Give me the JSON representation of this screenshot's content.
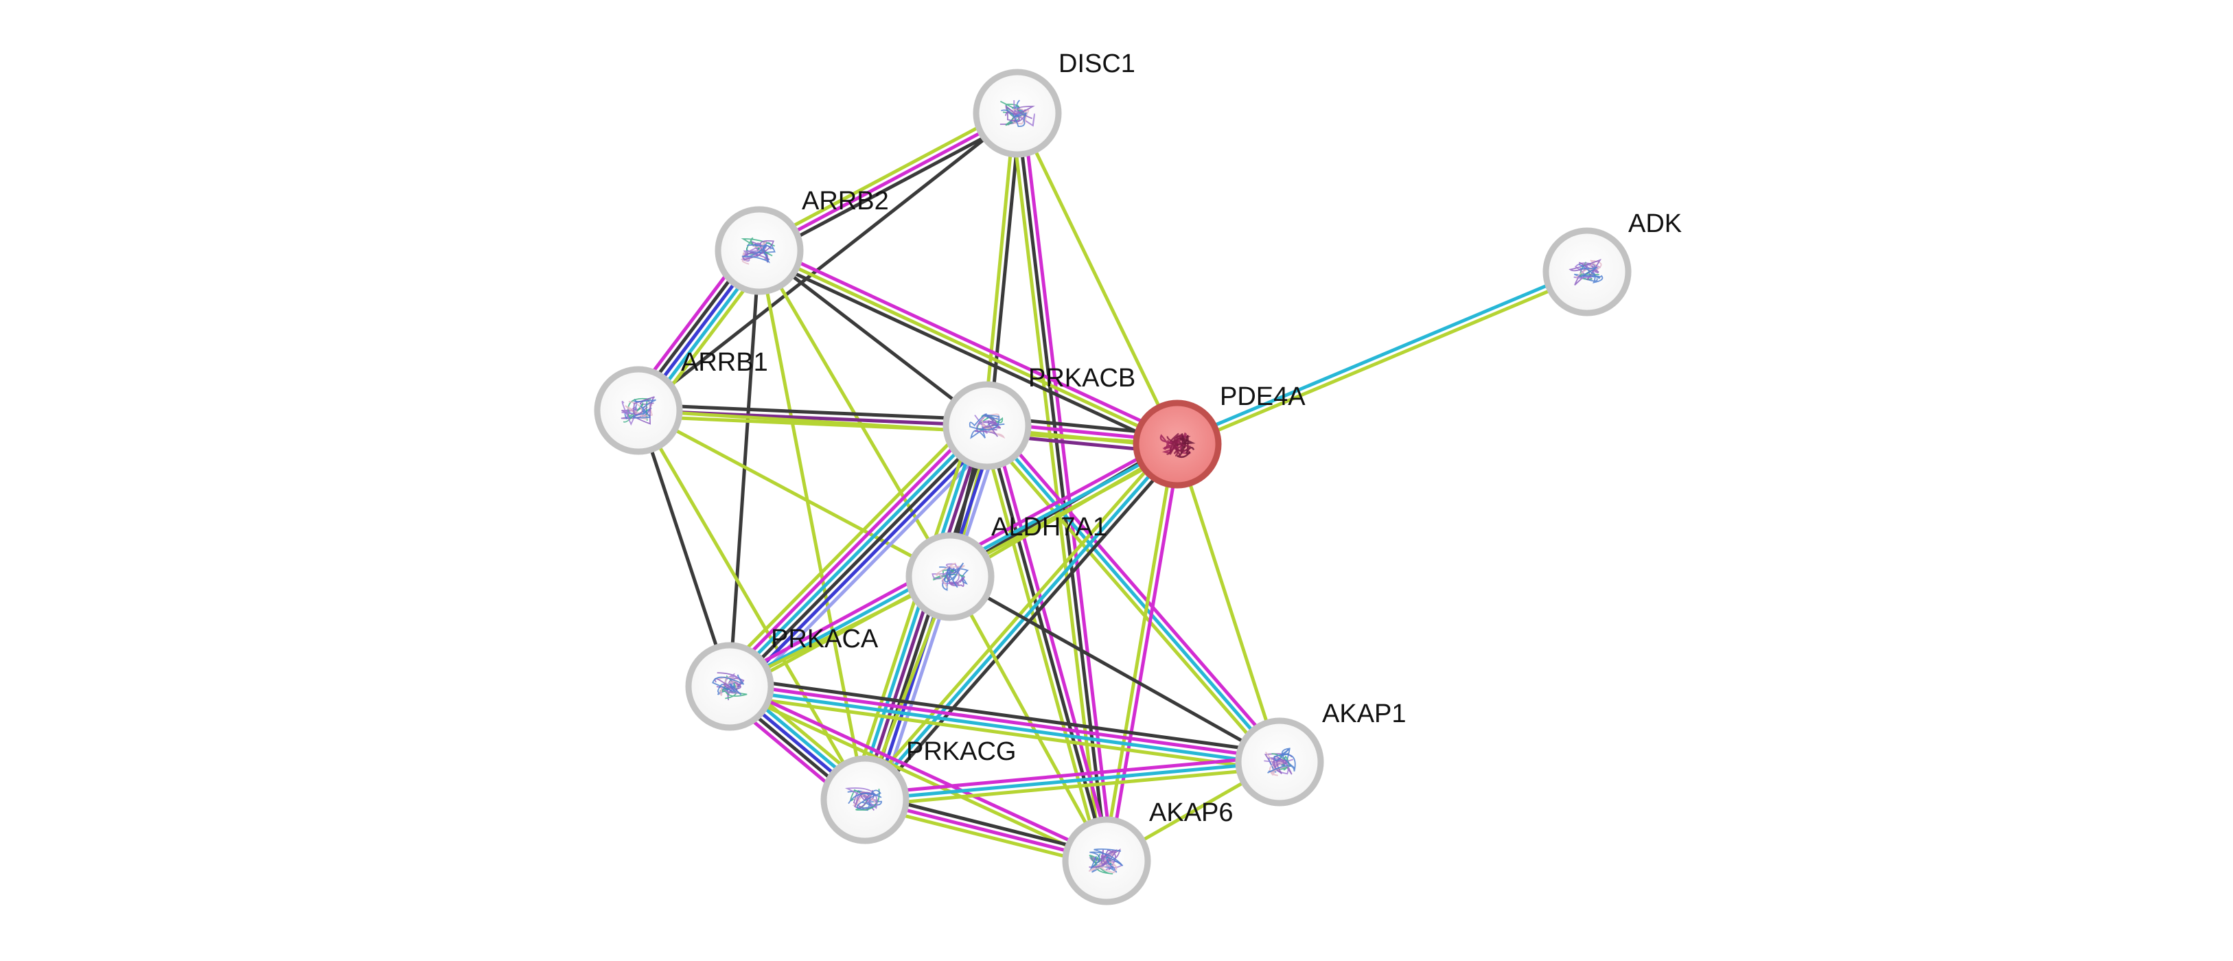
{
  "diagram": {
    "type": "protein-interaction-network",
    "query_protein": "PDE4A",
    "edge_colors": {
      "cyan": "#27b7d6",
      "magenta": "#d22cd2",
      "lime": "#b5d433",
      "dark": "#3a3a3a",
      "blue": "#3b3bd4",
      "purple": "#7b2a8a",
      "lavender": "#9aa0ee"
    },
    "node_ring_color": "#c2c2c2",
    "query_node_fill": "#f18a8a",
    "query_node_ring": "#c0504d",
    "nodes": [
      {
        "id": "DISC1",
        "label": "DISC1"
      },
      {
        "id": "ARRB2",
        "label": "ARRB2"
      },
      {
        "id": "ADK",
        "label": "ADK"
      },
      {
        "id": "ARRB1",
        "label": "ARRB1"
      },
      {
        "id": "PRKACB",
        "label": "PRKACB"
      },
      {
        "id": "PDE4A",
        "label": "PDE4A"
      },
      {
        "id": "ALDH7A1",
        "label": "ALDH7A1"
      },
      {
        "id": "PRKACA",
        "label": "PRKACA"
      },
      {
        "id": "AKAP1",
        "label": "AKAP1"
      },
      {
        "id": "PRKACG",
        "label": "PRKACG"
      },
      {
        "id": "AKAP6",
        "label": "AKAP6"
      }
    ],
    "edges": [
      {
        "source": "DISC1",
        "target": "ARRB2",
        "colors": [
          "dark",
          "magenta",
          "lime"
        ]
      },
      {
        "source": "DISC1",
        "target": "ARRB1",
        "colors": [
          "dark"
        ]
      },
      {
        "source": "DISC1",
        "target": "PRKACB",
        "colors": [
          "dark",
          "lime"
        ]
      },
      {
        "source": "DISC1",
        "target": "PDE4A",
        "colors": [
          "lime"
        ]
      },
      {
        "source": "DISC1",
        "target": "AKAP6",
        "colors": [
          "magenta",
          "dark",
          "lime"
        ]
      },
      {
        "source": "ARRB2",
        "target": "ARRB1",
        "colors": [
          "lime",
          "cyan",
          "blue",
          "dark",
          "magenta"
        ]
      },
      {
        "source": "ARRB2",
        "target": "PRKACB",
        "colors": [
          "dark"
        ]
      },
      {
        "source": "ARRB2",
        "target": "PDE4A",
        "colors": [
          "magenta",
          "lime",
          "dark"
        ]
      },
      {
        "source": "ARRB2",
        "target": "PRKACA",
        "colors": [
          "dark"
        ]
      },
      {
        "source": "ARRB2",
        "target": "ALDH7A1",
        "colors": [
          "lime"
        ]
      },
      {
        "source": "ARRB2",
        "target": "PRKACG",
        "colors": [
          "lime"
        ]
      },
      {
        "source": "ARRB1",
        "target": "PRKACB",
        "colors": [
          "dark",
          "purple",
          "lime"
        ]
      },
      {
        "source": "ARRB1",
        "target": "PDE4A",
        "colors": [
          "lime"
        ]
      },
      {
        "source": "ARRB1",
        "target": "PRKACA",
        "colors": [
          "dark"
        ]
      },
      {
        "source": "ARRB1",
        "target": "ALDH7A1",
        "colors": [
          "lime"
        ]
      },
      {
        "source": "ARRB1",
        "target": "PRKACG",
        "colors": [
          "lime"
        ]
      },
      {
        "source": "PRKACB",
        "target": "PDE4A",
        "colors": [
          "dark",
          "magenta",
          "lime",
          "purple"
        ]
      },
      {
        "source": "PRKACB",
        "target": "ALDH7A1",
        "colors": [
          "lime",
          "dark"
        ]
      },
      {
        "source": "PRKACB",
        "target": "PRKACA",
        "colors": [
          "lavender",
          "blue",
          "dark",
          "cyan",
          "magenta",
          "lime"
        ]
      },
      {
        "source": "PRKACB",
        "target": "PRKACG",
        "colors": [
          "lavender",
          "blue",
          "dark",
          "purple",
          "cyan",
          "lime"
        ]
      },
      {
        "source": "PRKACB",
        "target": "AKAP1",
        "colors": [
          "magenta",
          "cyan",
          "lime"
        ]
      },
      {
        "source": "PRKACB",
        "target": "AKAP6",
        "colors": [
          "magenta",
          "dark",
          "lime"
        ]
      },
      {
        "source": "PDE4A",
        "target": "ADK",
        "colors": [
          "cyan",
          "lime"
        ]
      },
      {
        "source": "PDE4A",
        "target": "ALDH7A1",
        "colors": [
          "lime",
          "dark"
        ]
      },
      {
        "source": "PDE4A",
        "target": "PRKACA",
        "colors": [
          "lime",
          "cyan",
          "magenta"
        ]
      },
      {
        "source": "PDE4A",
        "target": "PRKACG",
        "colors": [
          "dark",
          "cyan",
          "lime"
        ]
      },
      {
        "source": "PDE4A",
        "target": "AKAP1",
        "colors": [
          "lime"
        ]
      },
      {
        "source": "PDE4A",
        "target": "AKAP6",
        "colors": [
          "magenta",
          "lime"
        ]
      },
      {
        "source": "ALDH7A1",
        "target": "PRKACA",
        "colors": [
          "lime"
        ]
      },
      {
        "source": "ALDH7A1",
        "target": "PRKACG",
        "colors": [
          "lime"
        ]
      },
      {
        "source": "ALDH7A1",
        "target": "AKAP1",
        "colors": [
          "dark"
        ]
      },
      {
        "source": "ALDH7A1",
        "target": "AKAP6",
        "colors": [
          "lime"
        ]
      },
      {
        "source": "PRKACA",
        "target": "PRKACG",
        "colors": [
          "lime",
          "cyan",
          "blue",
          "dark",
          "magenta"
        ]
      },
      {
        "source": "PRKACA",
        "target": "AKAP1",
        "colors": [
          "dark",
          "magenta",
          "cyan",
          "lime"
        ]
      },
      {
        "source": "PRKACA",
        "target": "AKAP6",
        "colors": [
          "magenta",
          "lime"
        ]
      },
      {
        "source": "PRKACG",
        "target": "AKAP1",
        "colors": [
          "magenta",
          "cyan",
          "lime"
        ]
      },
      {
        "source": "PRKACG",
        "target": "AKAP6",
        "colors": [
          "dark",
          "magenta",
          "lime"
        ]
      },
      {
        "source": "AKAP1",
        "target": "AKAP6",
        "colors": [
          "lime"
        ]
      }
    ]
  }
}
